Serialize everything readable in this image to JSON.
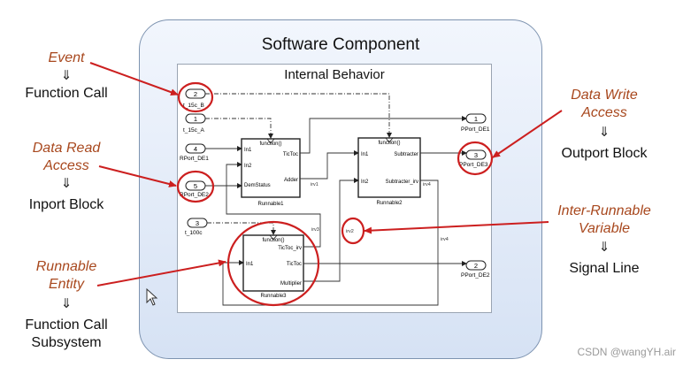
{
  "component_title": "Software Component",
  "behavior_title": "Internal Behavior",
  "watermark": "CSDN @wangYH.air",
  "down_glyph": "⇓",
  "left_callouts": [
    {
      "label": "Event",
      "concept": "Function Call"
    },
    {
      "label": "Data Read Access",
      "concept": "Inport Block"
    },
    {
      "label": "Runnable Entity",
      "concept": "Function Call Subsystem"
    }
  ],
  "right_callouts": [
    {
      "label": "Data Write Access",
      "concept": "Outport Block"
    },
    {
      "label": "Inter-Runnable Variable",
      "concept": "Signal Line"
    }
  ],
  "inports": [
    {
      "num": "2",
      "name": "t_15c_B"
    },
    {
      "num": "1",
      "name": "t_15c_A"
    },
    {
      "num": "4",
      "name": "RPort_DE1"
    },
    {
      "num": "5",
      "name": "RPort_DE2"
    },
    {
      "num": "3",
      "name": "t_100c"
    }
  ],
  "outports": [
    {
      "num": "1",
      "name": "PPort_DE1"
    },
    {
      "num": "3",
      "name": "PPort_DE3"
    },
    {
      "num": "2",
      "name": "PPort_DE2"
    }
  ],
  "runnables": [
    {
      "name": "Runnable1",
      "trigger": "function()",
      "inputs": [
        "In1",
        "In2",
        "DemStatus"
      ],
      "outputs": [
        "TicToc",
        "Adder"
      ]
    },
    {
      "name": "Runnable2",
      "trigger": "function()",
      "inputs": [
        "In1",
        "In2"
      ],
      "outputs": [
        "Subtracter",
        "Subtracter_irv"
      ]
    },
    {
      "name": "Runnable3",
      "trigger": "function()",
      "inputs": [
        "In1"
      ],
      "outputs": [
        "TicToc_irv",
        "TicToc",
        "Multiplier"
      ]
    }
  ],
  "signals": {
    "irv1": "irv1",
    "irv2": "irv2",
    "irv3": "irv3",
    "irv4": "irv4",
    "irv4b": "irv4"
  },
  "colors": {
    "callout": "#a8481e",
    "arrow": "#cc1f1f",
    "highlight": "#cc1f1f",
    "block": "#222222"
  }
}
